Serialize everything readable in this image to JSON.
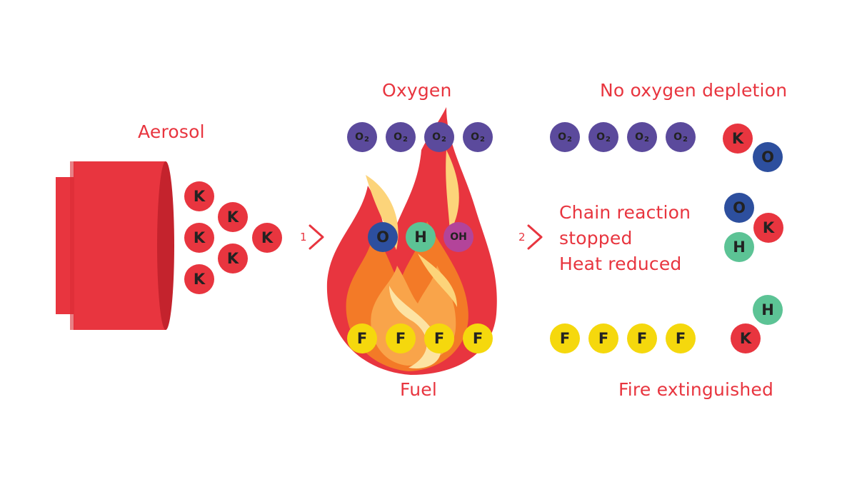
{
  "labels": {
    "aerosol": "Aerosol",
    "oxygen": "Oxygen",
    "fuel": "Fuel",
    "no_oxygen_depletion": "No oxygen depletion",
    "chain_reaction": [
      "Chain reaction",
      "stopped",
      "Heat reduced"
    ],
    "fire_extinguished": "Fire extinguished"
  },
  "steps": {
    "one": "1",
    "two": "2"
  },
  "molecules": {
    "potassium": "K",
    "oxygen_atom": "O",
    "hydrogen": "H",
    "hydroxide": "OH",
    "oxygen_molecule": "O",
    "oxygen_molecule_subscript": "2",
    "fuel": "F"
  },
  "colors": {
    "label_red": "#e8353f",
    "aerosol_red": "#e8353f",
    "potassium_red": "#e8353f",
    "oxygen_molecule_purple": "#5b4a9c",
    "oxygen_atom_blue": "#2d4f9e",
    "hydrogen_green": "#5cc395",
    "hydroxide_magenta": "#b3449a",
    "fuel_yellow": "#f5d80d"
  }
}
